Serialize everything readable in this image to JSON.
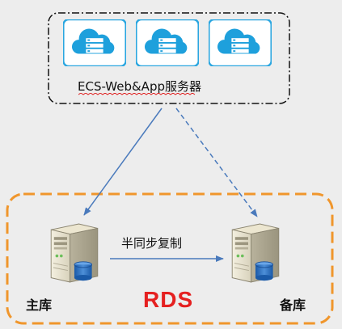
{
  "ecs_group": {
    "label": "ECS-Web&App服务器",
    "servers": [
      "cloud-server-icon",
      "cloud-server-icon",
      "cloud-server-icon"
    ]
  },
  "rds_group": {
    "label": "RDS",
    "primary_label": "主库",
    "standby_label": "备库",
    "replication_label": "半同步复制"
  },
  "colors": {
    "cloud_blue": "#1ea0dc",
    "rds_border": "#f0962c",
    "rds_text": "#e52020",
    "arrow": "#4a7abc"
  }
}
